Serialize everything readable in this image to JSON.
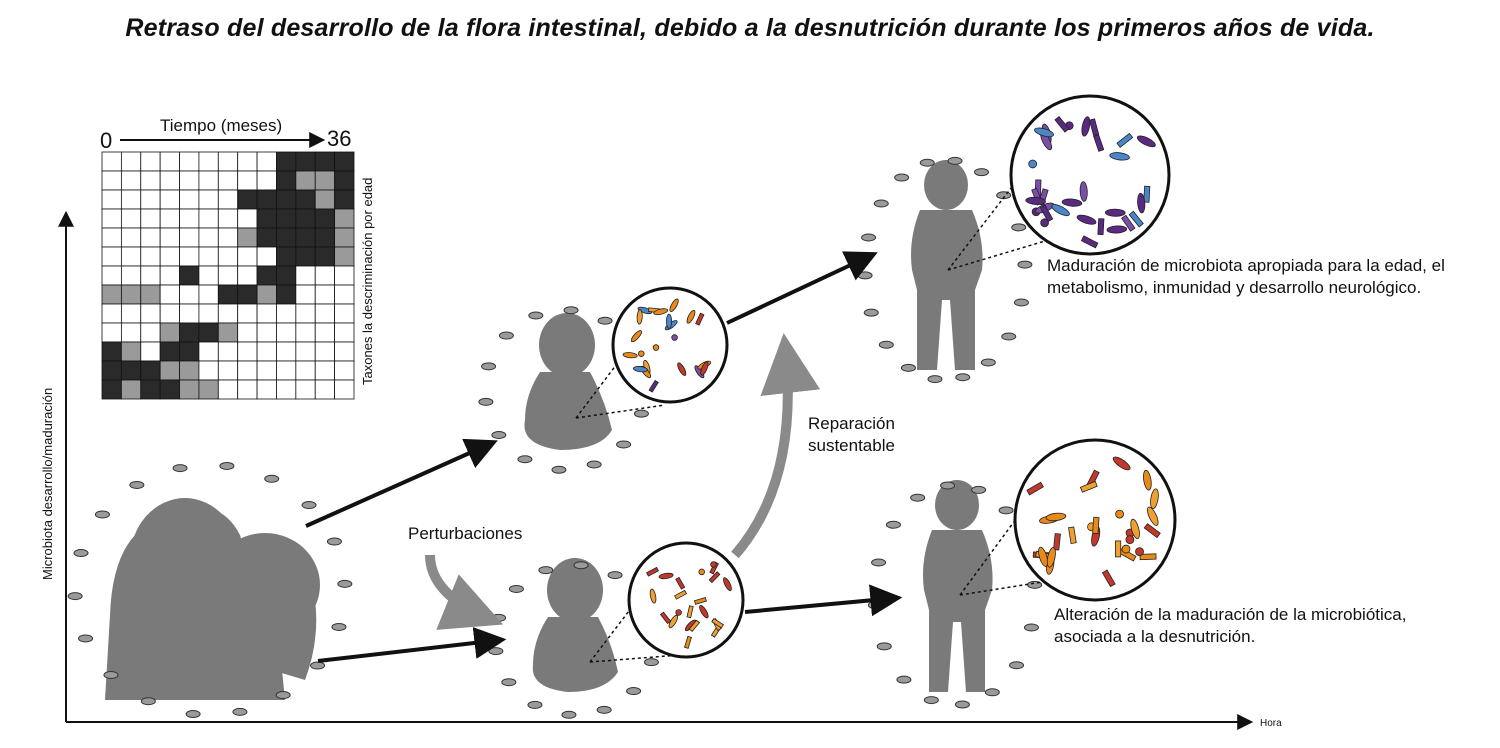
{
  "title": "Retraso del desarrollo de la flora intestinal, debido a la desnutrición durante los primeros años de vida.",
  "axes": {
    "y_label": "Microbiota desarrollo/maduración",
    "x_label": "Hora"
  },
  "heatmap": {
    "time_label": "Tiempo (meses)",
    "time_start": "0",
    "time_end": "36",
    "row_label": "Taxones la descriminación por edad",
    "rows": 12,
    "cols": 13,
    "levels": [
      [
        0,
        0,
        0,
        0,
        0,
        0,
        0,
        0,
        0,
        3,
        3,
        3,
        3
      ],
      [
        0,
        0,
        0,
        0,
        0,
        0,
        0,
        0,
        0,
        3,
        2,
        2,
        3
      ],
      [
        0,
        0,
        0,
        0,
        0,
        0,
        0,
        3,
        3,
        3,
        3,
        2,
        3
      ],
      [
        0,
        0,
        0,
        0,
        0,
        0,
        0,
        0,
        3,
        3,
        3,
        3,
        2
      ],
      [
        0,
        0,
        0,
        0,
        0,
        0,
        0,
        2,
        3,
        3,
        3,
        3,
        2
      ],
      [
        0,
        0,
        0,
        0,
        0,
        0,
        0,
        0,
        0,
        3,
        3,
        3,
        2
      ],
      [
        0,
        0,
        0,
        0,
        3,
        0,
        0,
        0,
        3,
        3,
        0,
        0,
        0
      ],
      [
        2,
        2,
        2,
        0,
        0,
        0,
        3,
        3,
        2,
        3,
        0,
        0,
        0
      ],
      [
        0,
        0,
        0,
        0,
        0,
        0,
        0,
        0,
        0,
        0,
        0,
        0,
        0
      ],
      [
        0,
        0,
        0,
        2,
        3,
        3,
        2,
        0,
        0,
        0,
        0,
        0,
        0
      ],
      [
        3,
        2,
        0,
        3,
        3,
        0,
        0,
        0,
        0,
        0,
        0,
        0,
        0
      ],
      [
        3,
        3,
        3,
        2,
        2,
        0,
        0,
        0,
        0,
        0,
        0,
        0,
        0
      ],
      [
        3,
        2,
        3,
        3,
        2,
        2,
        0,
        0,
        0,
        0,
        0,
        0,
        0
      ]
    ]
  },
  "labels": {
    "perturbations": "Perturbaciones",
    "repair": "Reparación sustentable",
    "healthy_outcome": "Maduración de microbiota apropiada para la edad, el metabolismo, inmunidad y desarrollo neurológico.",
    "malnourished_outcome": "Alteración de la maduración de la microbiótica, asociada a la desnutrición."
  },
  "colors": {
    "silhouette": "#7a7a7a",
    "arrow": "#111111",
    "curved_arrow": "#8a8a8a",
    "healthy_microbes": [
      "#7b4fa8",
      "#4a86c8",
      "#5a2a82"
    ],
    "malnourished_microbes": [
      "#e88a1a",
      "#c0392b",
      "#f0a030"
    ]
  }
}
